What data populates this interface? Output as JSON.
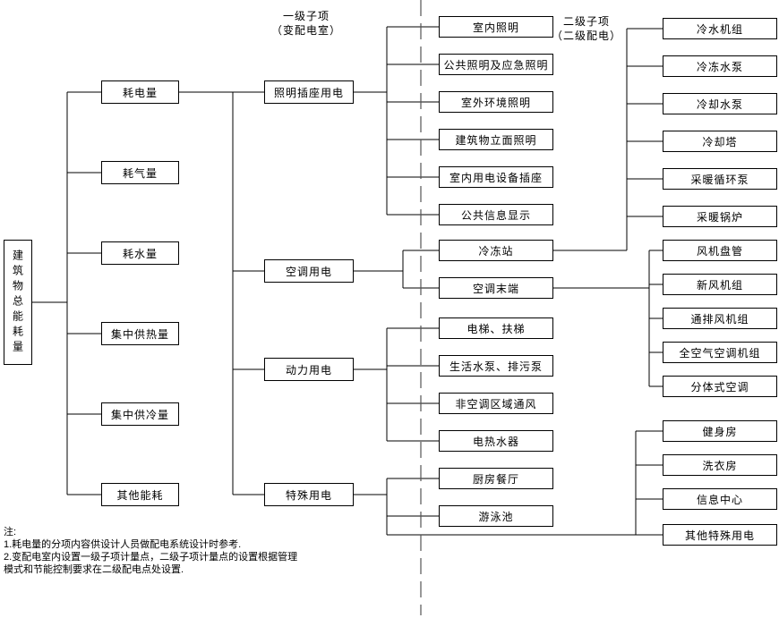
{
  "headers": {
    "primary": "一级子项\n（变配电室）",
    "secondary": "二级子项\n（二级配电）"
  },
  "root": {
    "label": "建筑物总能耗量"
  },
  "level1": [
    "耗电量",
    "耗气量",
    "耗水量",
    "集中供热量",
    "集中供冷量",
    "其他能耗"
  ],
  "level2": [
    "照明插座用电",
    "空调用电",
    "动力用电",
    "特殊用电"
  ],
  "lighting": [
    "室内照明",
    "公共照明及应急照明",
    "室外环境照明",
    "建筑物立面照明",
    "室内用电设备插座",
    "公共信息显示"
  ],
  "hvac": [
    "冷冻站",
    "空调末端"
  ],
  "power": [
    "电梯、扶梯",
    "生活水泵、排污泵",
    "非空调区域通风",
    "电热水器"
  ],
  "special": [
    "厨房餐厅",
    "游泳池"
  ],
  "chiller": [
    "冷水机组",
    "冷冻水泵",
    "冷却水泵",
    "冷却塔",
    "采暖循环泵",
    "采暖锅炉"
  ],
  "terminal": [
    "风机盘管",
    "新风机组",
    "通排风机组",
    "全空气空调机组",
    "分体式空调"
  ],
  "special_right": [
    "健身房",
    "洗衣房",
    "信息中心",
    "其他特殊用电"
  ],
  "notes": {
    "title": "注:",
    "line1": "1.耗电量的分项内容供设计人员做配电系统设计时参考.",
    "line2": "2.变配电室内设置一级子项计量点，二级子项计量点的设置根据管理",
    "line3": "模式和节能控制要求在二级配电点处设置."
  }
}
